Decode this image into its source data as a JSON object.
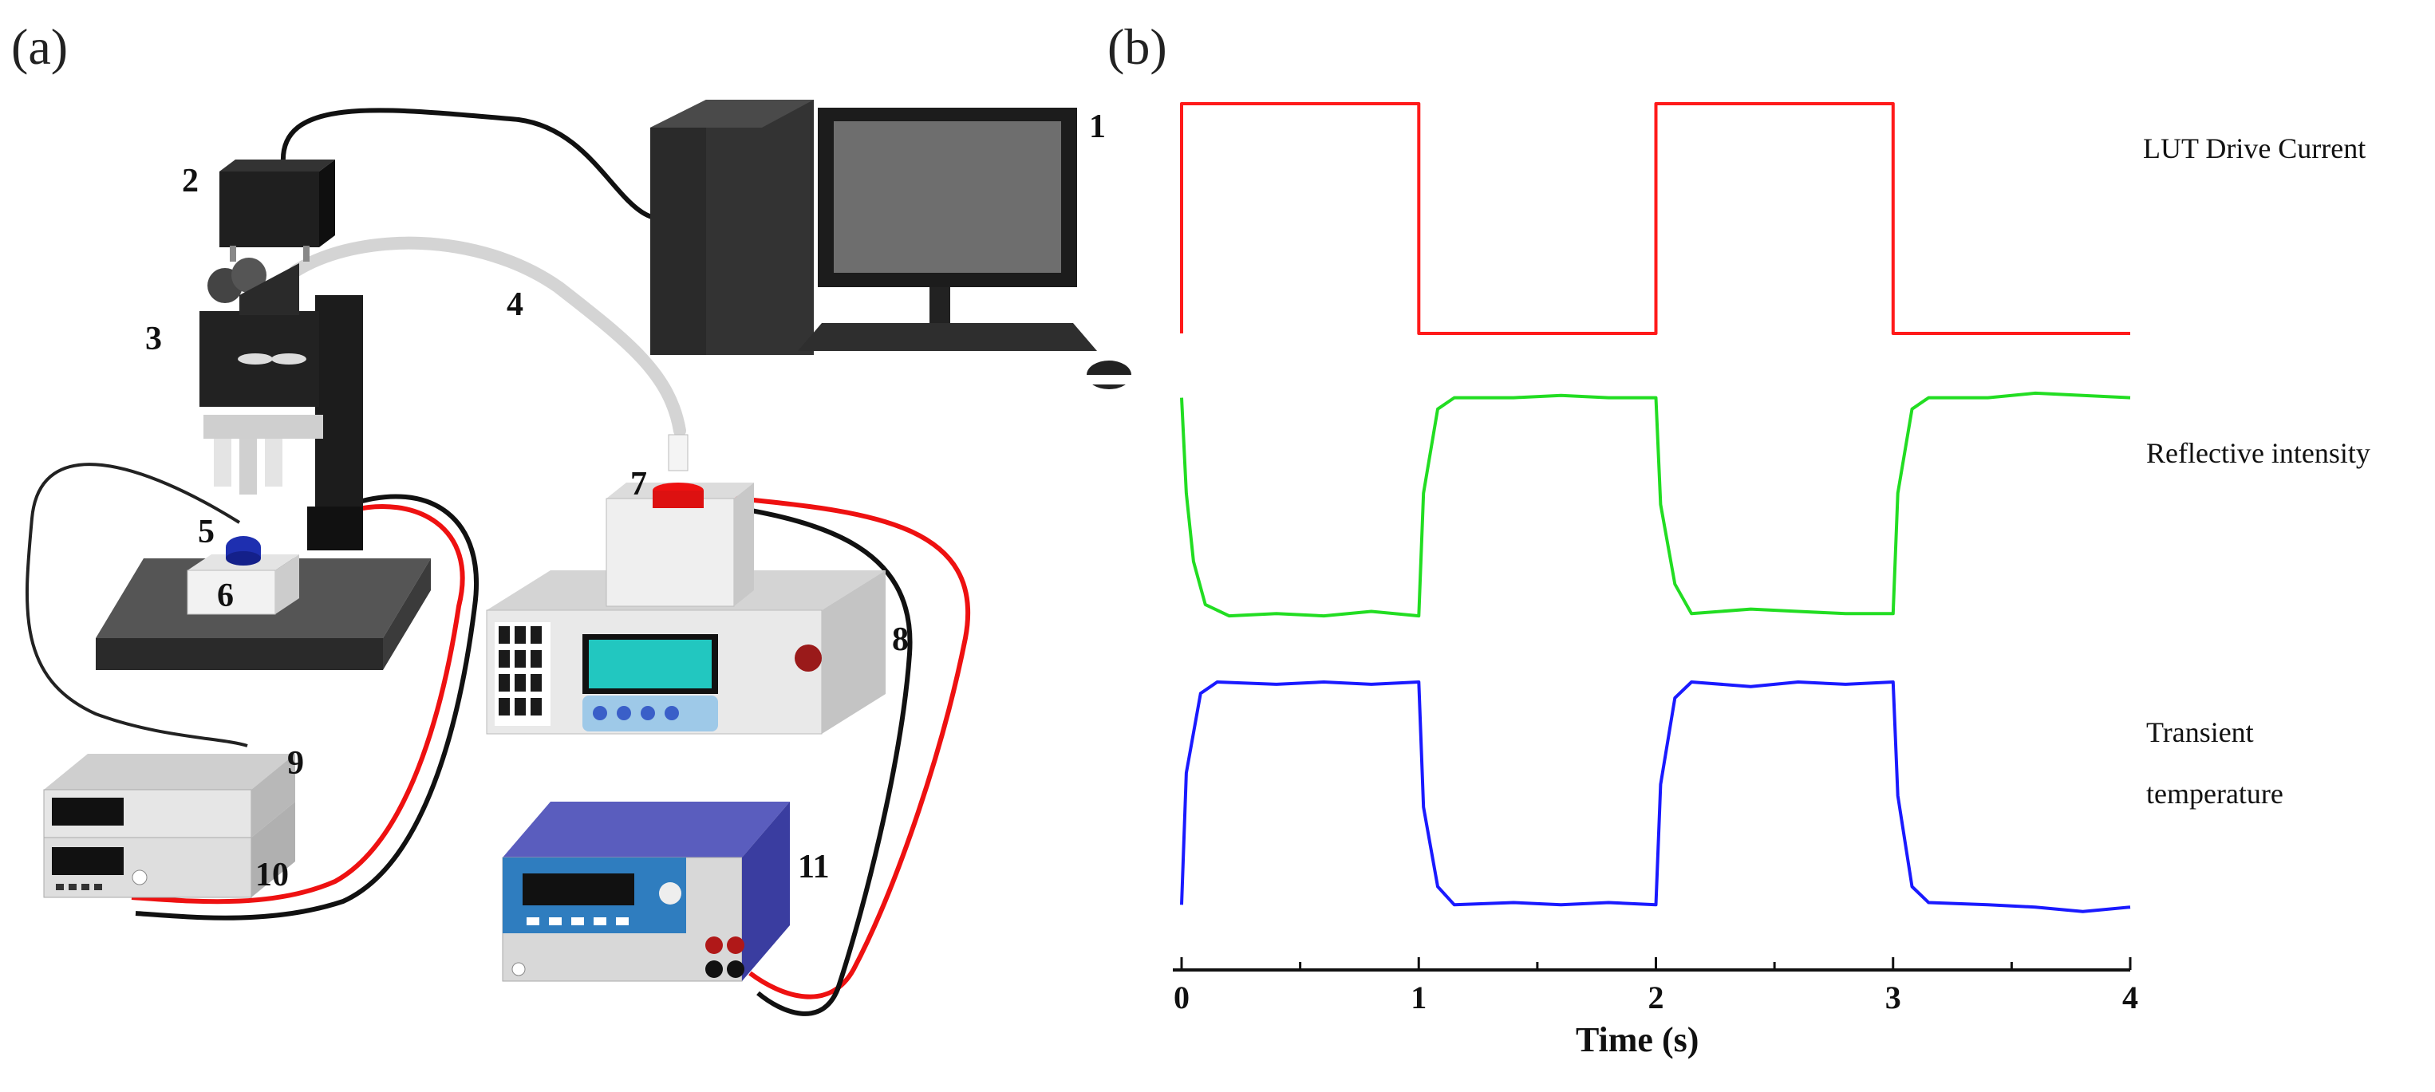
{
  "panel_a": {
    "label": "(a)",
    "callouts": {
      "computer": "1",
      "camera": "2",
      "microscope": "3",
      "fiber": "4",
      "led": "5",
      "heat_stage": "6",
      "light_source_head": "7",
      "light_source_controller": "8",
      "instrument_9": "9",
      "instrument_10": "10",
      "source_meter": "11"
    }
  },
  "panel_b": {
    "label": "(b)",
    "signal_labels": {
      "drive": "LUT Drive Current",
      "reflect": "Reflective intensity",
      "temp_line1": "Transient",
      "temp_line2": "temperature"
    }
  },
  "chart_data": {
    "type": "line",
    "xlabel": "Time (s)",
    "xlim": [
      0,
      4
    ],
    "x_ticks": [
      "0",
      "1",
      "2",
      "3",
      "4"
    ],
    "series": [
      {
        "name": "LUT Drive Current",
        "color": "#ff1a1a",
        "points": [
          [
            0,
            0
          ],
          [
            0,
            1
          ],
          [
            1,
            1
          ],
          [
            1,
            0
          ],
          [
            2,
            0
          ],
          [
            2,
            1
          ],
          [
            3,
            1
          ],
          [
            3,
            0
          ],
          [
            4,
            0
          ]
        ]
      },
      {
        "name": "Reflective intensity",
        "color": "#22dd22",
        "points": [
          [
            0,
            0.97
          ],
          [
            0.02,
            0.55
          ],
          [
            0.05,
            0.25
          ],
          [
            0.1,
            0.06
          ],
          [
            0.2,
            0.01
          ],
          [
            0.4,
            0.02
          ],
          [
            0.6,
            0.01
          ],
          [
            0.8,
            0.03
          ],
          [
            1.0,
            0.01
          ],
          [
            1.02,
            0.55
          ],
          [
            1.08,
            0.92
          ],
          [
            1.15,
            0.97
          ],
          [
            1.4,
            0.97
          ],
          [
            1.6,
            0.98
          ],
          [
            1.8,
            0.97
          ],
          [
            2.0,
            0.97
          ],
          [
            2.02,
            0.5
          ],
          [
            2.08,
            0.15
          ],
          [
            2.15,
            0.02
          ],
          [
            2.4,
            0.04
          ],
          [
            2.6,
            0.03
          ],
          [
            2.8,
            0.02
          ],
          [
            3.0,
            0.02
          ],
          [
            3.02,
            0.55
          ],
          [
            3.08,
            0.92
          ],
          [
            3.15,
            0.97
          ],
          [
            3.4,
            0.97
          ],
          [
            3.6,
            0.99
          ],
          [
            3.8,
            0.98
          ],
          [
            4.0,
            0.97
          ]
        ]
      },
      {
        "name": "Transient temperature",
        "color": "#1a1aff",
        "points": [
          [
            0,
            0.02
          ],
          [
            0.02,
            0.6
          ],
          [
            0.08,
            0.95
          ],
          [
            0.15,
            1.0
          ],
          [
            0.4,
            0.99
          ],
          [
            0.6,
            1.0
          ],
          [
            0.8,
            0.99
          ],
          [
            1.0,
            1.0
          ],
          [
            1.02,
            0.45
          ],
          [
            1.08,
            0.1
          ],
          [
            1.15,
            0.02
          ],
          [
            1.4,
            0.03
          ],
          [
            1.6,
            0.02
          ],
          [
            1.8,
            0.03
          ],
          [
            2.0,
            0.02
          ],
          [
            2.02,
            0.55
          ],
          [
            2.08,
            0.93
          ],
          [
            2.15,
            1.0
          ],
          [
            2.4,
            0.98
          ],
          [
            2.6,
            1.0
          ],
          [
            2.8,
            0.99
          ],
          [
            3.0,
            1.0
          ],
          [
            3.02,
            0.5
          ],
          [
            3.08,
            0.1
          ],
          [
            3.15,
            0.03
          ],
          [
            3.4,
            0.02
          ],
          [
            3.6,
            0.01
          ],
          [
            3.8,
            -0.01
          ],
          [
            4.0,
            0.01
          ]
        ]
      }
    ],
    "grid": false,
    "legend": "labels right of traces"
  }
}
